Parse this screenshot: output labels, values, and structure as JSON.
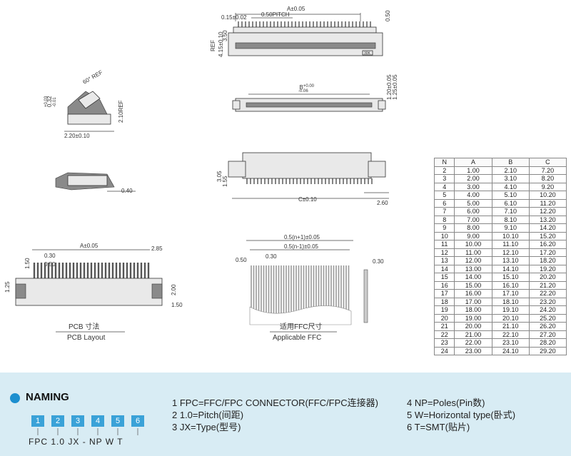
{
  "labels": {
    "a_pm": "A±0.05",
    "b_tol": "B",
    "b_tol_sup": "+0.00",
    "b_tol_sub": "-0.06",
    "c_pm": "C±0.10",
    "d_015": "0.15±0.02",
    "d_pitch": "0.50PITCH",
    "d_050": "0.50",
    "d_ref": "REF",
    "d_415": "4.15±0.10",
    "d_350": "3.50",
    "d_120": "1.20±0.05",
    "d_125": "1.25±0.05",
    "d_60ref": "60° REF",
    "d_032": "0.32",
    "d_032_sup": "+0.03",
    "d_032_sub": "-0.01",
    "d_210ref": "2.10REF",
    "d_220": "2.20±0.10",
    "d_040": "0.40",
    "d_305": "3.05",
    "d_155": "1.55",
    "d_260": "2.60",
    "d_030": "0.30",
    "d_285": "2.85",
    "d_150": "1.50",
    "d_125b": "1.25",
    "d_200": "2.00",
    "d_150b": "1.50",
    "ffc_n1": "0.5(n+1)±0.05",
    "ffc_nm1": "0.5(n-1)±0.05",
    "ffc_030": "0.30",
    "ffc_050": "0.50",
    "ffc_030b": "0.30",
    "pcb_cn": "PCB 寸法",
    "pcb_en": "PCB Layout",
    "ffc_cn": "适用FFC尺寸",
    "ffc_en": "Applicable FFC",
    "part_mark": "30K"
  },
  "table": {
    "headers": [
      "N",
      "A",
      "B",
      "C"
    ],
    "rows": [
      [
        "2",
        "1.00",
        "2.10",
        "7.20"
      ],
      [
        "3",
        "2.00",
        "3.10",
        "8.20"
      ],
      [
        "4",
        "3.00",
        "4.10",
        "9.20"
      ],
      [
        "5",
        "4.00",
        "5.10",
        "10.20"
      ],
      [
        "6",
        "5.00",
        "6.10",
        "11.20"
      ],
      [
        "7",
        "6.00",
        "7.10",
        "12.20"
      ],
      [
        "8",
        "7.00",
        "8.10",
        "13.20"
      ],
      [
        "9",
        "8.00",
        "9.10",
        "14.20"
      ],
      [
        "10",
        "9.00",
        "10.10",
        "15.20"
      ],
      [
        "11",
        "10.00",
        "11.10",
        "16.20"
      ],
      [
        "12",
        "11.00",
        "12.10",
        "17.20"
      ],
      [
        "13",
        "12.00",
        "13.10",
        "18.20"
      ],
      [
        "14",
        "13.00",
        "14.10",
        "19.20"
      ],
      [
        "15",
        "14.00",
        "15.10",
        "20.20"
      ],
      [
        "16",
        "15.00",
        "16.10",
        "21.20"
      ],
      [
        "17",
        "16.00",
        "17.10",
        "22.20"
      ],
      [
        "18",
        "17.00",
        "18.10",
        "23.20"
      ],
      [
        "19",
        "18.00",
        "19.10",
        "24.20"
      ],
      [
        "20",
        "19.00",
        "20.10",
        "25.20"
      ],
      [
        "21",
        "20.00",
        "21.10",
        "26.20"
      ],
      [
        "22",
        "21.00",
        "22.10",
        "27.20"
      ],
      [
        "23",
        "22.00",
        "23.10",
        "28.20"
      ],
      [
        "24",
        "23.00",
        "24.10",
        "29.20"
      ]
    ]
  },
  "naming": {
    "title": "NAMING",
    "boxes": [
      "1",
      "2",
      "3",
      "4",
      "5",
      "6"
    ],
    "code": "FPC 1.0 JX - NP W T",
    "legend_left": [
      "1 FPC=FFC/FPC CONNECTOR(FFC/FPC连接器)",
      "2 1.0=Pitch(间距)",
      "3 JX=Type(型号)"
    ],
    "legend_right": [
      "4 NP=Poles(Pin数)",
      "5 W=Horizontal type(卧式)",
      "6 T=SMT(贴片)"
    ],
    "accent": "#3aa2d8",
    "band": "#d8ecf4"
  }
}
